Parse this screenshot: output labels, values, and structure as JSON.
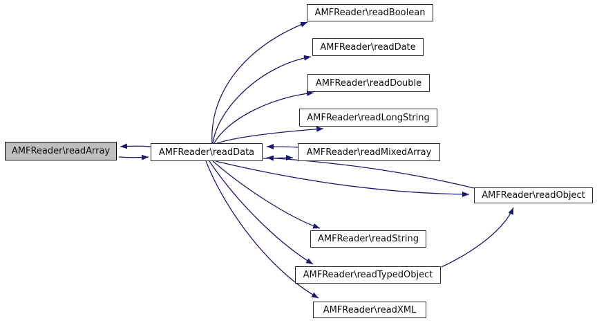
{
  "diagram": {
    "kind": "doxygen-call-graph",
    "background_color": "#ffffff",
    "edge_color": "#191970",
    "node_border_color": "#2b2b2b",
    "node_fill_color": "#ffffff",
    "highlighted_node_fill_color": "#bfbfbf",
    "highlighted_node": "readArray"
  },
  "nodes": [
    {
      "id": "readArray",
      "label": "AMFReader\\readArray",
      "highlighted": true
    },
    {
      "id": "readData",
      "label": "AMFReader\\readData",
      "highlighted": false
    },
    {
      "id": "readBoolean",
      "label": "AMFReader\\readBoolean",
      "highlighted": false
    },
    {
      "id": "readDate",
      "label": "AMFReader\\readDate",
      "highlighted": false
    },
    {
      "id": "readDouble",
      "label": "AMFReader\\readDouble",
      "highlighted": false
    },
    {
      "id": "readLongString",
      "label": "AMFReader\\readLongString",
      "highlighted": false
    },
    {
      "id": "readMixedArray",
      "label": "AMFReader\\readMixedArray",
      "highlighted": false
    },
    {
      "id": "readObject",
      "label": "AMFReader\\readObject",
      "highlighted": false
    },
    {
      "id": "readString",
      "label": "AMFReader\\readString",
      "highlighted": false
    },
    {
      "id": "readTypedObject",
      "label": "AMFReader\\readTypedObject",
      "highlighted": false
    },
    {
      "id": "readXML",
      "label": "AMFReader\\readXML",
      "highlighted": false
    }
  ],
  "edges": [
    {
      "from": "readData",
      "to": "readArray"
    },
    {
      "from": "readArray",
      "to": "readData"
    },
    {
      "from": "readData",
      "to": "readBoolean"
    },
    {
      "from": "readData",
      "to": "readDate"
    },
    {
      "from": "readData",
      "to": "readDouble"
    },
    {
      "from": "readData",
      "to": "readLongString"
    },
    {
      "from": "readMixedArray",
      "to": "readData"
    },
    {
      "from": "readData",
      "to": "readMixedArray"
    },
    {
      "from": "readObject",
      "to": "readData"
    },
    {
      "from": "readData",
      "to": "readObject"
    },
    {
      "from": "readData",
      "to": "readString"
    },
    {
      "from": "readData",
      "to": "readTypedObject"
    },
    {
      "from": "readData",
      "to": "readXML"
    },
    {
      "from": "readTypedObject",
      "to": "readObject"
    }
  ]
}
